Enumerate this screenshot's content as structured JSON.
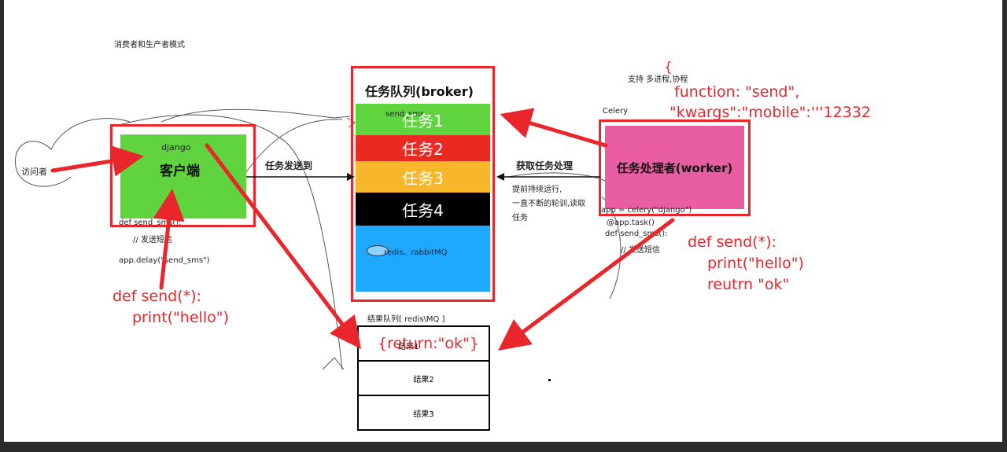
{
  "title": "消费者和生产者模式",
  "visitor": "访问者",
  "client": {
    "framework": "django",
    "label": "客户端",
    "code": [
      "def send_sms():",
      "// 发送短信",
      "app.delay(\"send_sms\")"
    ],
    "annotation": [
      "def send(*):",
      "print(\"hello\")"
    ]
  },
  "broker": {
    "title": "任务队列(broker)",
    "tasks": [
      {
        "label": "任务1",
        "sub": "send_sms",
        "color": "#5fd43f"
      },
      {
        "label": "任务2",
        "color": "#ea2a21"
      },
      {
        "label": "任务3",
        "color": "#f8b72b"
      },
      {
        "label": "任务4",
        "color": "#000000"
      }
    ],
    "storage": "redis、rabbitMQ",
    "storage_color": "#1ea8ff"
  },
  "arrows": {
    "send_to": "任务发送到",
    "fetch": "获取任务处理",
    "fetch_note": [
      "提前持续运行,",
      "一直不断的轮训,读取",
      "任务"
    ]
  },
  "worker": {
    "framework": "Celery",
    "label": "任务处理者(worker)",
    "color": "#e95ea3",
    "note": "支持 多进程,协程",
    "code": [
      "app = celery(\"django\")",
      "@app.task()",
      "def send_sms():",
      "// 发送短信"
    ],
    "payload": [
      "{",
      "function: \"send\",",
      "\"kwargs\":\"mobile\":'''12332",
      "}"
    ],
    "annotation": [
      "def send(*):",
      "print(\"hello\")",
      "reutrn \"ok\""
    ]
  },
  "results": {
    "title": "结果队列[ redis\\MQ ]",
    "items": [
      "结果1",
      "结果2",
      "结果3"
    ],
    "return_value": "{return:\"ok\"}"
  },
  "colors": {
    "highlight_red": "#e8262b",
    "client_green": "#5fd43f"
  }
}
